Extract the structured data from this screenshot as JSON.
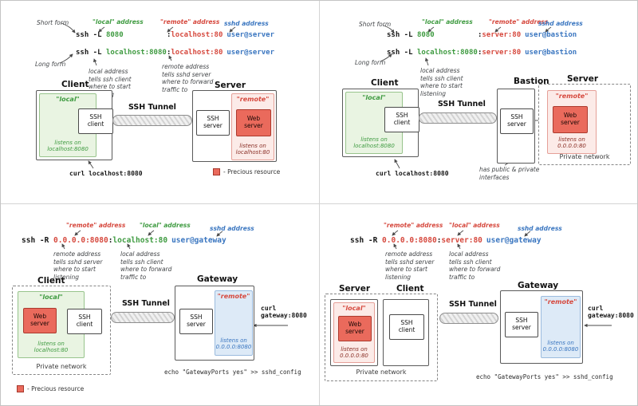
{
  "colors": {
    "local": "#3f9b41",
    "remote": "#d6493e",
    "sshd": "#3a76c0",
    "area_local_bg": "#e9f4e2",
    "area_remote_bg": "#fcebe8",
    "area_blue_bg": "#ddeaf7",
    "web_server_bg": "#ea6a5c"
  },
  "tl": {
    "short_form": "Short form",
    "long_form": "Long form",
    "label_local": "\"local\" address",
    "label_remote": "\"remote\" address",
    "label_sshd": "sshd address",
    "cmd1": {
      "pre": "ssh -L ",
      "local": "8080",
      "colon": ":",
      "remote": "localhost:80",
      "sshd": "user@server"
    },
    "cmd2": {
      "pre": "ssh -L ",
      "local": "localhost:8080",
      "colon": ":",
      "remote": "localhost:80",
      "sshd": "user@server"
    },
    "note_local": "local address\ntells ssh client\nwhere to start\nlistening",
    "note_remote": "remote address\ntells sshd server\nwhere to forward\ntraffic to",
    "client_title": "Client",
    "server_title": "Server",
    "local_area": "\"local\"",
    "remote_area": "\"remote\"",
    "ssh_client": "SSH\nclient",
    "ssh_server": "SSH\nserver",
    "web_server": "Web\nserver",
    "listens_local": "listens on\nlocalhost:8080",
    "listens_remote": "listens on\nlocalhost:80",
    "tunnel": "SSH Tunnel",
    "curl": "curl localhost:8080",
    "legend": "- Precious resource"
  },
  "tr": {
    "short_form": "Short form",
    "long_form": "Long form",
    "label_local": "\"local\" address",
    "label_remote": "\"remote\" address",
    "label_sshd": "sshd address",
    "cmd1": {
      "pre": "ssh -L ",
      "local": "8080",
      "colon": ":",
      "remote": "server:80",
      "sshd": "user@bastion"
    },
    "cmd2": {
      "pre": "ssh -L ",
      "local": "localhost:8080",
      "colon": ":",
      "remote": "server:80",
      "sshd": "user@bastion"
    },
    "note_local": "local address\ntells ssh client\nwhere to start\nlistening",
    "client_title": "Client",
    "bastion_title": "Bastion",
    "server_title": "Server",
    "local_area": "\"local\"",
    "remote_area": "\"remote\"",
    "ssh_client": "SSH\nclient",
    "ssh_server": "SSH\nserver",
    "web_server": "Web\nserver",
    "listens_local": "listens on\nlocalhost:8080",
    "listens_remote": "listens on\n0.0.0.0:80",
    "tunnel": "SSH Tunnel",
    "curl": "curl localhost:8080",
    "note_bastion": "has public & private\ninterfaces",
    "private_network": "Private network"
  },
  "bl": {
    "label_remote": "\"remote\" address",
    "label_local": "\"local\" address",
    "label_sshd": "sshd address",
    "cmd": {
      "pre": "ssh -R ",
      "remote": "0.0.0.0:8080",
      "colon": ":",
      "local": "localhost:80",
      "sshd": "user@gateway"
    },
    "note_remote": "remote address\ntells sshd server\nwhere to start\nlistening",
    "note_local": "local address\ntells ssh client\nwhere to forward\ntraffic to",
    "client_title": "Client",
    "gateway_title": "Gateway",
    "local_area": "\"local\"",
    "remote_area": "\"remote\"",
    "web_server": "Web\nserver",
    "ssh_client": "SSH\nclient",
    "ssh_server": "SSH\nserver",
    "listens_local": "listens on\nlocalhost:80",
    "listens_remote": "listens on\n0.0.0.0:8080",
    "tunnel": "SSH Tunnel",
    "private_network": "Private network",
    "curl": "curl\ngateway:8080",
    "gateway_ports": "echo \"GatewayPorts yes\" >> sshd_config",
    "legend": "- Precious resource"
  },
  "br": {
    "label_remote": "\"remote\" address",
    "label_local": "\"local\" address",
    "label_sshd": "sshd address",
    "cmd": {
      "pre": "ssh -R ",
      "remote": "0.0.0.0:8080",
      "colon": ":",
      "local": "server:80",
      "sshd": "user@gateway"
    },
    "note_remote": "remote address\ntells sshd server\nwhere to start\nlistening",
    "note_local": "local address\ntells ssh client\nwhere to forward\ntraffic to",
    "server_title": "Server",
    "client_title": "Client",
    "gateway_title": "Gateway",
    "local_area": "\"local\"",
    "remote_area": "\"remote\"",
    "web_server": "Web\nserver",
    "ssh_client": "SSH\nclient",
    "ssh_server": "SSH\nserver",
    "listens_local": "listens on\n0.0.0.0:80",
    "listens_remote": "listens on\n0.0.0.0:8080",
    "tunnel": "SSH Tunnel",
    "private_network": "Private network",
    "curl": "curl\ngateway:8080",
    "gateway_ports": "echo \"GatewayPorts yes\" >> sshd_config"
  }
}
